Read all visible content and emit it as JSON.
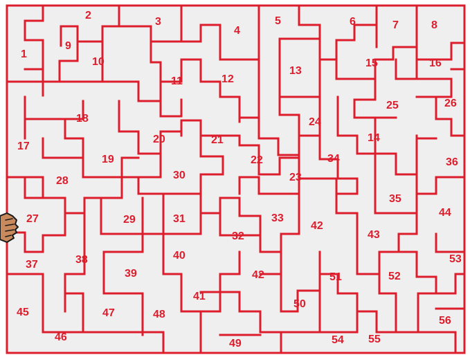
{
  "puzzle": {
    "board_color": "#efefef",
    "wall_color": "#dd1c2c",
    "cursor_icon": "pointing-hand-icon",
    "regions": [
      {
        "label": "1"
      },
      {
        "label": "2"
      },
      {
        "label": "3"
      },
      {
        "label": "4"
      },
      {
        "label": "5"
      },
      {
        "label": "6"
      },
      {
        "label": "7"
      },
      {
        "label": "8"
      },
      {
        "label": "9"
      },
      {
        "label": "10"
      },
      {
        "label": "11"
      },
      {
        "label": "12"
      },
      {
        "label": "13"
      },
      {
        "label": "15"
      },
      {
        "label": "16"
      },
      {
        "label": "17"
      },
      {
        "label": "18"
      },
      {
        "label": "19"
      },
      {
        "label": "20"
      },
      {
        "label": "21"
      },
      {
        "label": "22"
      },
      {
        "label": "23"
      },
      {
        "label": "24"
      },
      {
        "label": "25"
      },
      {
        "label": "26"
      },
      {
        "label": "14"
      },
      {
        "label": "34"
      },
      {
        "label": "36"
      },
      {
        "label": "28"
      },
      {
        "label": "30"
      },
      {
        "label": "35"
      },
      {
        "label": "27"
      },
      {
        "label": "29"
      },
      {
        "label": "31"
      },
      {
        "label": "33"
      },
      {
        "label": "42"
      },
      {
        "label": "44"
      },
      {
        "label": "32"
      },
      {
        "label": "43"
      },
      {
        "label": "37"
      },
      {
        "label": "38"
      },
      {
        "label": "40"
      },
      {
        "label": "39"
      },
      {
        "label": "42"
      },
      {
        "label": "51"
      },
      {
        "label": "52"
      },
      {
        "label": "53"
      },
      {
        "label": "41"
      },
      {
        "label": "50"
      },
      {
        "label": "45"
      },
      {
        "label": "47"
      },
      {
        "label": "48"
      },
      {
        "label": "56"
      },
      {
        "label": "46"
      },
      {
        "label": "54"
      },
      {
        "label": "55"
      },
      {
        "label": "49"
      }
    ]
  }
}
